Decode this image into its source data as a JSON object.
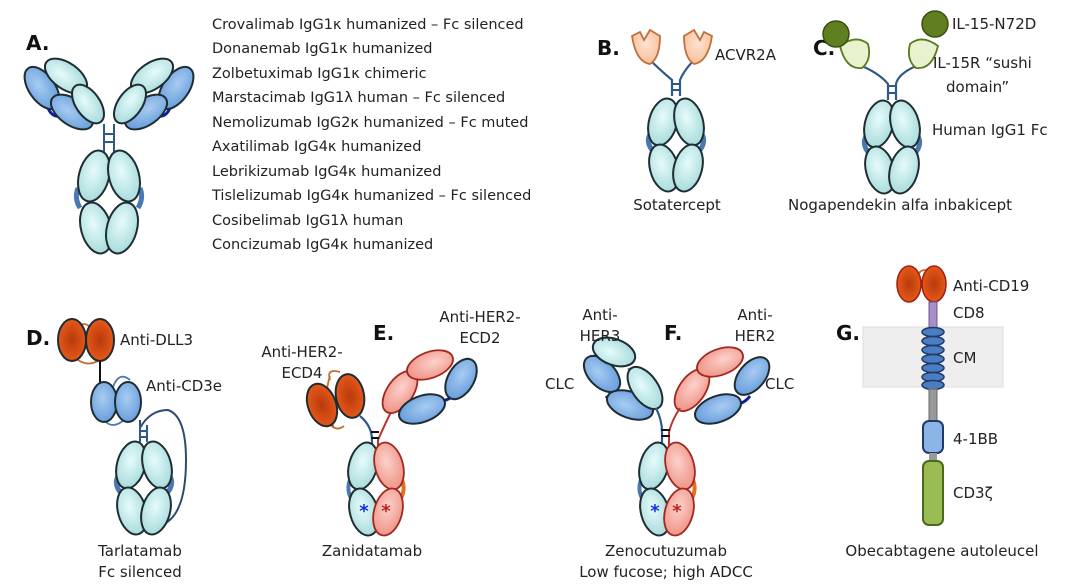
{
  "panels": {
    "A": {
      "letter": "A.",
      "drugs": [
        "Crovalimab IgG1κ humanized – Fc silenced",
        "Donanemab IgG1κ humanized",
        "Zolbetuximab IgG1κ chimeric",
        "Marstacimab IgG1λ human – Fc silenced",
        "Nemolizumab IgG2κ humanized – Fc muted",
        "Axatilimab IgG4κ humanized",
        "Lebrikizumab IgG4κ humanized",
        "Tislelizumab IgG4κ humanized – Fc silenced",
        "Cosibelimab IgG1λ human",
        "Concizumab IgG4κ humanized"
      ]
    },
    "B": {
      "letter": "B.",
      "domain_label": "ACVR2A",
      "name": "Sotatercept"
    },
    "C": {
      "letter": "C.",
      "labels": [
        "IL-15-N72D",
        "IL-15R “sushi",
        "domain”",
        "Human IgG1 Fc"
      ],
      "name": "Nogapendekin alfa inbakicept"
    },
    "D": {
      "letter": "D.",
      "labels": [
        "Anti-DLL3",
        "Anti-CD3e"
      ],
      "name": "Tarlatamab",
      "note": "Fc silenced"
    },
    "E": {
      "letter": "E.",
      "labels": [
        "Anti-HER2-",
        "ECD4",
        "Anti-HER2-",
        "ECD2"
      ],
      "name": "Zanidatamab",
      "asterisk": "*"
    },
    "F": {
      "letter": "F.",
      "labels": [
        "Anti-",
        "HER3",
        "Anti-",
        "HER2",
        "CLC",
        "CLC"
      ],
      "name": "Zenocutuzumab",
      "note": "Low fucose; high ADCC",
      "asterisk": "*"
    },
    "G": {
      "letter": "G.",
      "labels": [
        "Anti-CD19",
        "CD8",
        "CM",
        "4-1BB",
        "CD3ζ"
      ],
      "name": "Obecabtagene autoleucel"
    }
  },
  "colors": {
    "light_teal": "#c8eeee",
    "blue_domain": "#7fb0e6",
    "salmon": "#f4a8a0",
    "orange_scfv": "#e0551a",
    "peach": "#fbcfb0",
    "dark_green": "#5a7a1e",
    "light_green": "#e6f0c8",
    "cd3z_green": "#9bbb55",
    "membrane_gray": "#eeeeee"
  }
}
